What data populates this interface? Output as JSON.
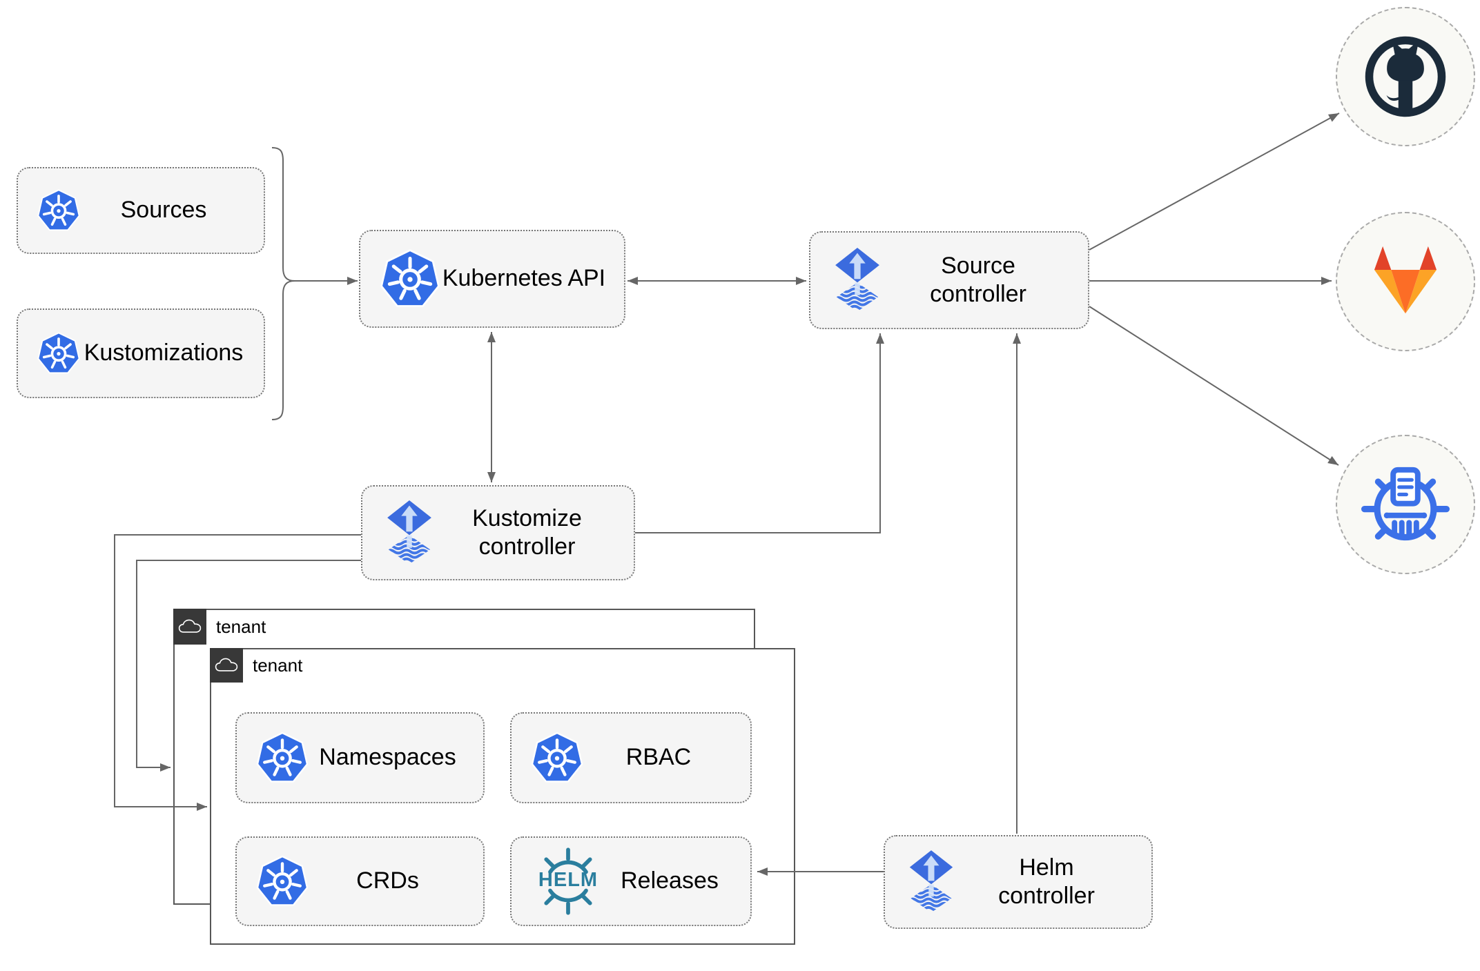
{
  "diagram": {
    "nodes": {
      "sources": {
        "label": "Sources",
        "icon": "kubernetes"
      },
      "kustomizations": {
        "label": "Kustomizations",
        "icon": "kubernetes"
      },
      "kubernetes_api": {
        "label": "Kubernetes API",
        "icon": "kubernetes"
      },
      "source_controller": {
        "label": "Source controller",
        "icon": "flux"
      },
      "kustomize_controller": {
        "label": "Kustomize controller",
        "icon": "flux"
      },
      "helm_controller": {
        "label": "Helm controller",
        "icon": "flux"
      },
      "tenant_outer": {
        "label": "tenant",
        "icon": "cloud"
      },
      "tenant_inner": {
        "label": "tenant",
        "icon": "cloud"
      },
      "namespaces": {
        "label": "Namespaces",
        "icon": "kubernetes"
      },
      "rbac": {
        "label": "RBAC",
        "icon": "kubernetes"
      },
      "crds": {
        "label": "CRDs",
        "icon": "kubernetes"
      },
      "releases": {
        "label": "Releases",
        "icon": "helm-wheel"
      },
      "github": {
        "icon": "github-logo"
      },
      "gitlab": {
        "icon": "gitlab-logo"
      },
      "chartmuseum": {
        "icon": "chartmuseum-logo"
      }
    },
    "helm_logo_text": "HELM",
    "edges": [
      {
        "from": "sources/kustomizations",
        "to": "kubernetes_api",
        "type": "arrow-with-brace"
      },
      {
        "from": "kubernetes_api",
        "to": "source_controller",
        "type": "double-arrow"
      },
      {
        "from": "kubernetes_api",
        "to": "kustomize_controller",
        "type": "double-arrow"
      },
      {
        "from": "kustomize_controller",
        "to": "source_controller",
        "type": "arrow"
      },
      {
        "from": "kustomize_controller",
        "to": "tenant_inner",
        "type": "arrow"
      },
      {
        "from": "kustomize_controller",
        "to": "tenant_outer",
        "type": "arrow"
      },
      {
        "from": "helm_controller",
        "to": "source_controller",
        "type": "arrow"
      },
      {
        "from": "helm_controller",
        "to": "releases",
        "type": "arrow"
      },
      {
        "from": "source_controller",
        "to": "github",
        "type": "arrow"
      },
      {
        "from": "source_controller",
        "to": "gitlab",
        "type": "arrow"
      },
      {
        "from": "source_controller",
        "to": "chartmuseum",
        "type": "arrow"
      }
    ],
    "colors": {
      "kubernetes_blue": "#326CE5",
      "flux_blue": "#3B6BDE",
      "flux_light": "#C9DBF8",
      "helm_teal": "#2A7E9E",
      "github_dark": "#1B2B3A",
      "gitlab_red": "#E24329",
      "gitlab_orange": "#FC6D26",
      "gitlab_amber": "#FCA326",
      "chartmuseum_blue": "#3B70E8",
      "connector_gray": "#666666",
      "node_fill": "#F5F5F5",
      "tenant_tab": "#383838"
    }
  }
}
